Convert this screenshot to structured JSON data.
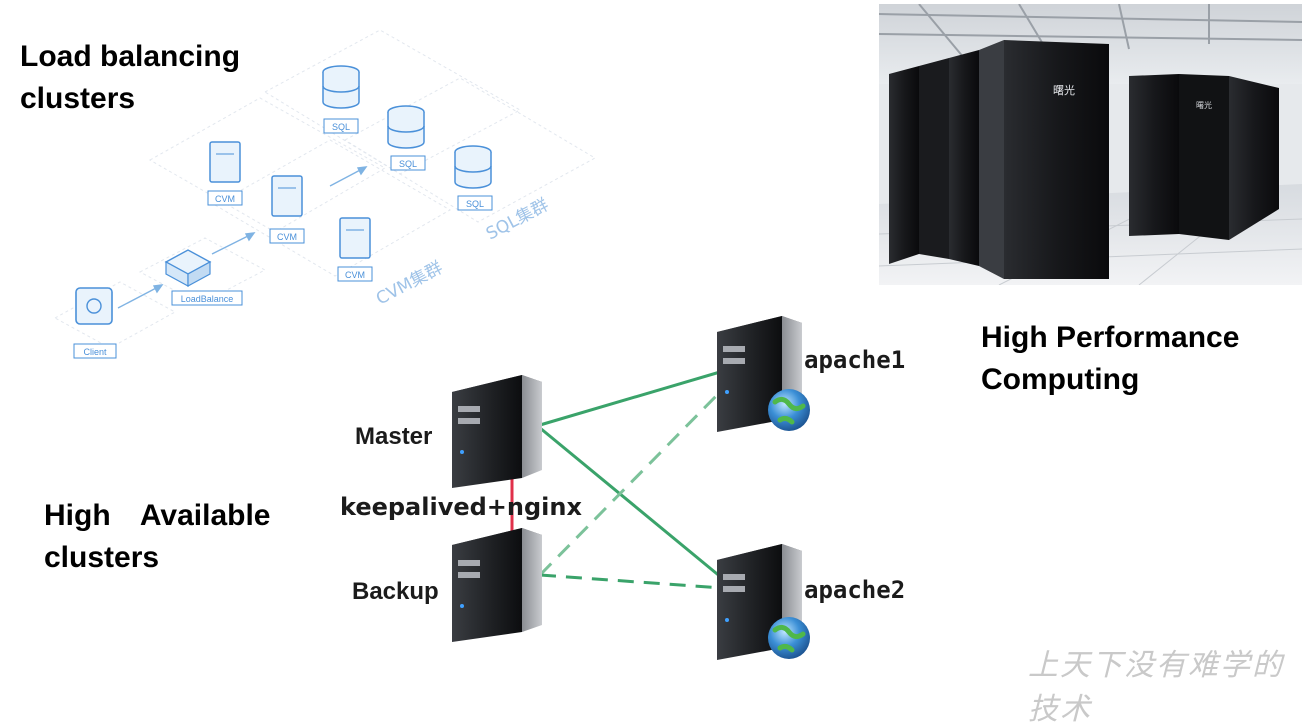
{
  "titles": {
    "load_balancing": [
      "Load balancing",
      "clusters"
    ],
    "high_available": [
      "High Available",
      "clusters"
    ],
    "high_performance": [
      "High Performance",
      "Computing"
    ]
  },
  "lb_diagram": {
    "client": "Client",
    "load_balance": "LoadBalance",
    "cvm": [
      "CVM",
      "CVM",
      "CVM"
    ],
    "sql": [
      "SQL",
      "SQL",
      "SQL"
    ],
    "cvm_cluster": "CVM集群",
    "sql_cluster": "SQL集群",
    "accent": "#4a90d9"
  },
  "ha_diagram": {
    "master": "Master",
    "backup": "Backup",
    "keepalived": "keepalived+nginx",
    "apache1": "apache1",
    "apache2": "apache2",
    "link_color": "#3aa36a",
    "heartbeat_color": "#e0304a"
  },
  "photo": {
    "brand": "曙光"
  },
  "watermark": "上天下没有难学的技术"
}
